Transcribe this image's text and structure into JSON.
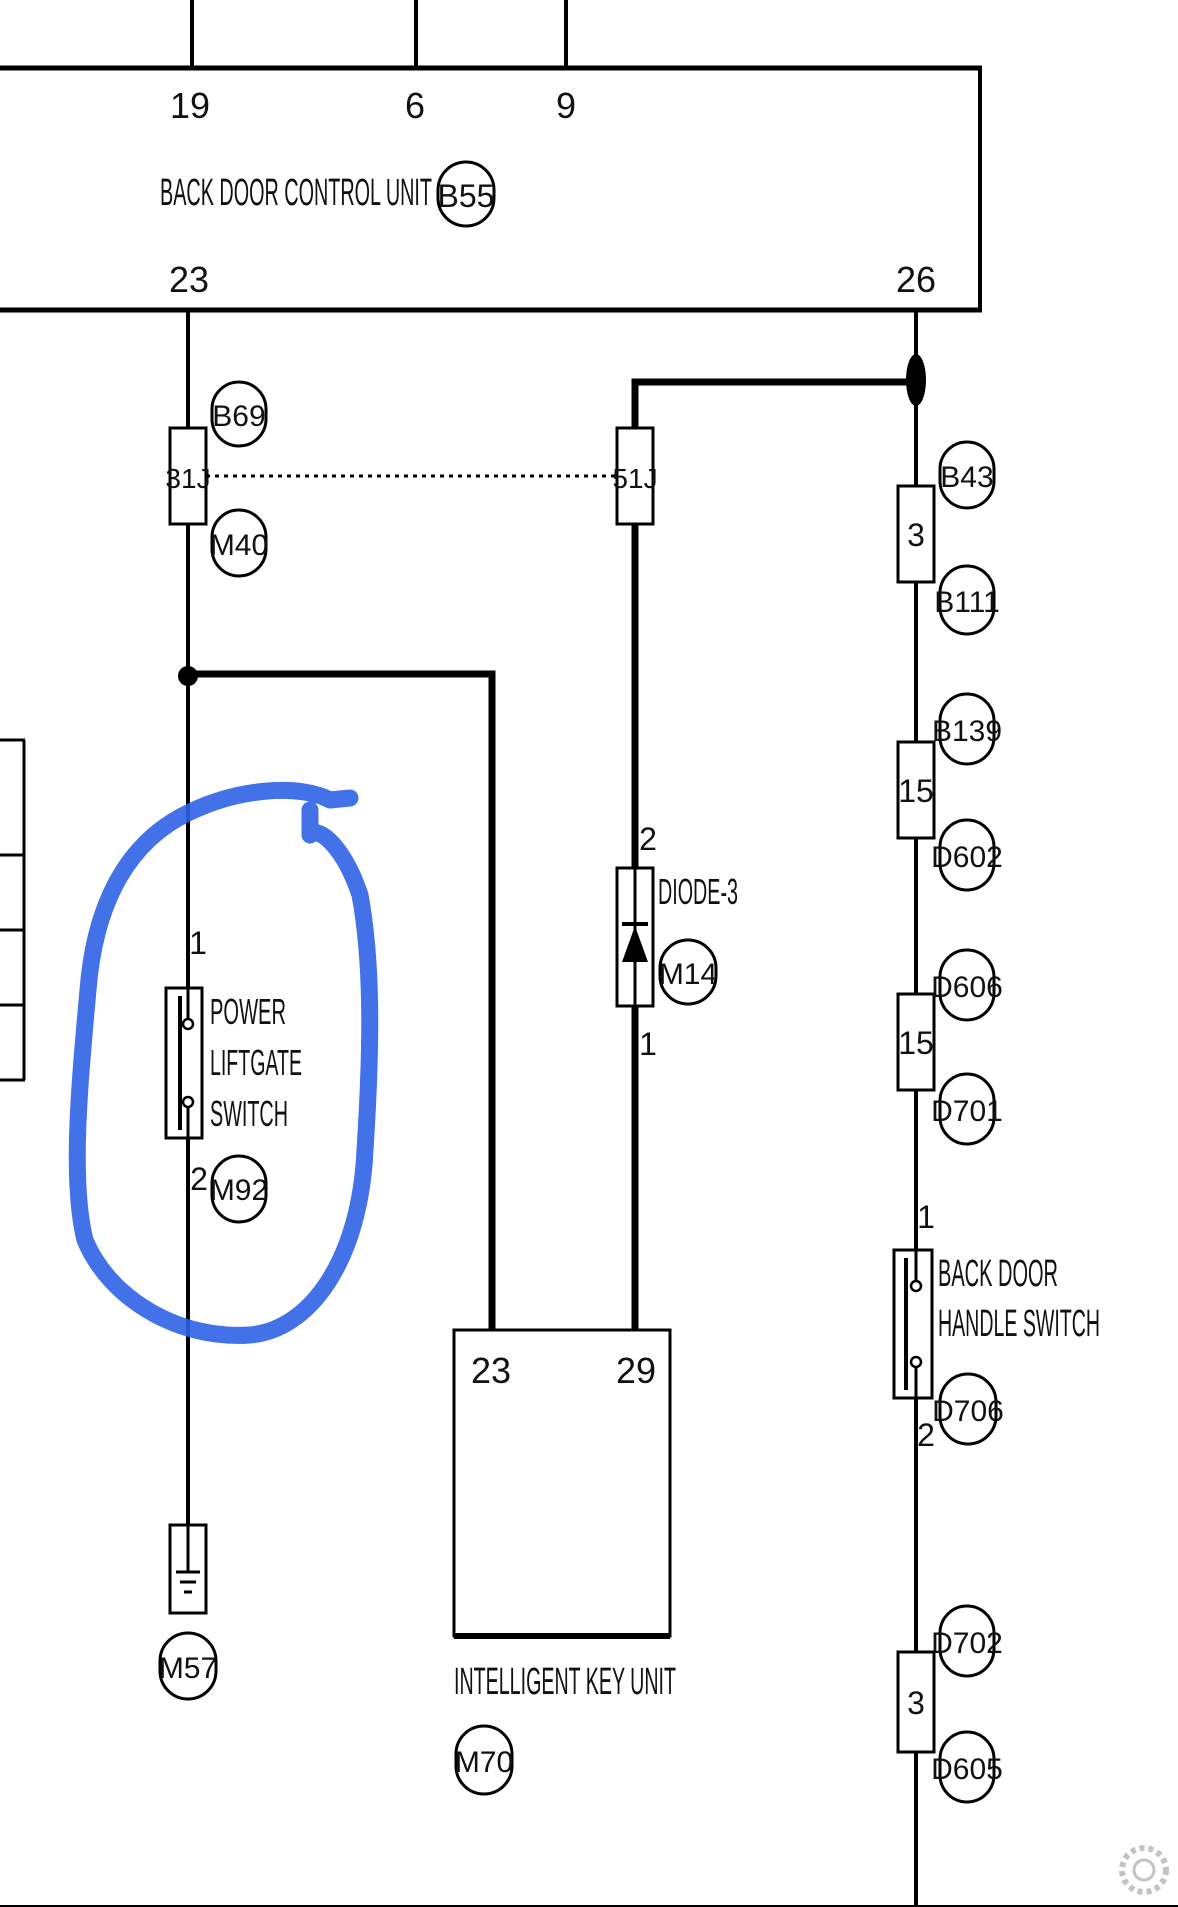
{
  "back_door_control_unit": {
    "name": "BACK DOOR CONTROL UNIT",
    "connector": "B55",
    "top_pins": [
      "19",
      "6",
      "9"
    ],
    "bottom_pins": [
      "23",
      "26"
    ]
  },
  "inline_connectors": {
    "left": {
      "pin": "31J",
      "top": "B69",
      "bottom": "M40"
    },
    "middle": {
      "pin": "51J"
    }
  },
  "right_connectors": [
    {
      "pin": "3",
      "top": "B43",
      "bottom": "B111"
    },
    {
      "pin": "15",
      "top": "B139",
      "bottom": "D602"
    },
    {
      "pin": "15",
      "top": "D606",
      "bottom": "D701"
    },
    {
      "pin": "3",
      "top": "D702",
      "bottom": "D605"
    }
  ],
  "diode": {
    "name": "DIODE-3",
    "connector": "M14",
    "pin_top": "2",
    "pin_bottom": "1"
  },
  "power_liftgate_switch": {
    "lines": [
      "POWER",
      "LIFTGATE",
      "SWITCH"
    ],
    "connector": "M92",
    "pin_top": "1",
    "pin_bottom": "2",
    "highlight_color": "#2f63e6"
  },
  "ground": {
    "connector": "M57"
  },
  "intelligent_key_unit": {
    "name": "INTELLIGENT KEY UNIT",
    "connector": "M70",
    "pins": [
      "23",
      "29"
    ]
  },
  "back_door_handle_switch": {
    "lines": [
      "BACK DOOR",
      "HANDLE SWITCH"
    ],
    "connector": "D706",
    "pin_top": "1",
    "pin_bottom": "2"
  }
}
